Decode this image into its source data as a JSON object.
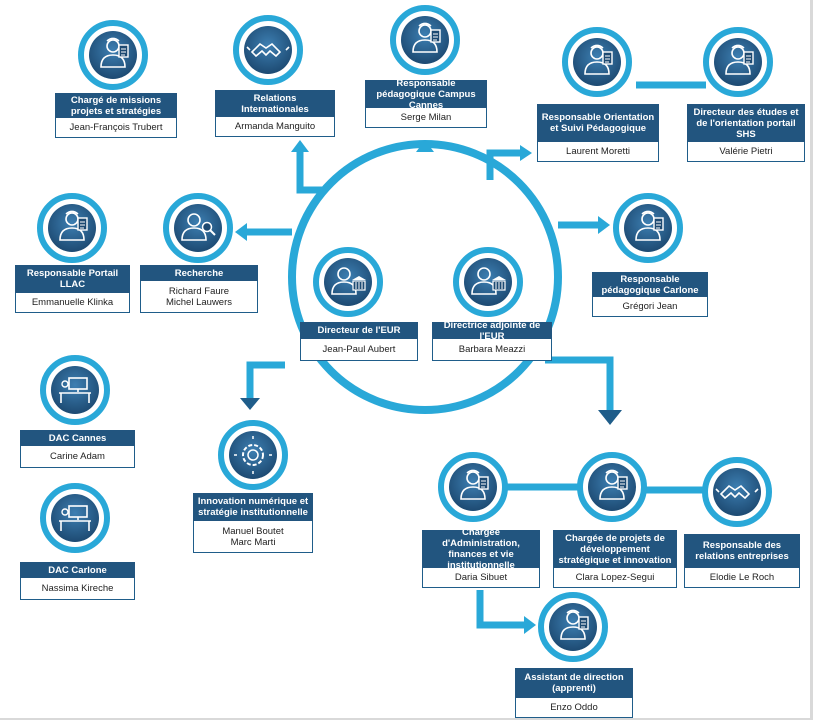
{
  "colors": {
    "ring": "#29a8d8",
    "dark": "#1f4f78",
    "title_bg": "#22557f",
    "arrow": "#29a8d8",
    "arrow_dark": "#1f5d8a"
  },
  "cards": [
    {
      "id": "charge-missions",
      "title": "Chargé de missions projets et stratégies",
      "names": [
        "Jean-François Trubert"
      ],
      "icon": "person-document-icon"
    },
    {
      "id": "relations-internationales",
      "title": "Relations Internationales",
      "names": [
        "Armanda Manguito"
      ],
      "icon": "handshake-icon"
    },
    {
      "id": "resp-pedago-cannes",
      "title": "Responsable pédagogique Campus Cannes",
      "names": [
        "Serge Milan"
      ],
      "icon": "person-document-icon"
    },
    {
      "id": "resp-orientation",
      "title": "Responsable Orientation et Suivi Pédagogique",
      "names": [
        "Laurent Moretti"
      ],
      "icon": "person-document-icon"
    },
    {
      "id": "directeur-etudes",
      "title": "Directeur des études et de l'orientation portail SHS",
      "names": [
        "Valérie Pietri"
      ],
      "icon": "person-document-icon"
    },
    {
      "id": "resp-portail-llac",
      "title": "Responsable Portail LLAC",
      "names": [
        "Emmanuelle Klinka"
      ],
      "icon": "person-document-icon"
    },
    {
      "id": "recherche",
      "title": "Recherche",
      "names": [
        "Richard Faure",
        "Michel Lauwers"
      ],
      "icon": "person-search-icon"
    },
    {
      "id": "resp-pedago-carlone",
      "title": "Responsable pédagogique Carlone",
      "names": [
        "Grégori Jean"
      ],
      "icon": "person-document-icon"
    },
    {
      "id": "directeur-eur",
      "title": "Directeur de l'EUR",
      "names": [
        "Jean-Paul Aubert"
      ],
      "icon": "person-building-icon"
    },
    {
      "id": "directrice-adjointe",
      "title": "Directrice adjointe de l'EUR",
      "names": [
        "Barbara Meazzi"
      ],
      "icon": "person-building-icon"
    },
    {
      "id": "dac-cannes",
      "title": "DAC Cannes",
      "names": [
        "Carine Adam"
      ],
      "icon": "desk-computer-icon"
    },
    {
      "id": "dac-carlone",
      "title": "DAC Carlone",
      "names": [
        "Nassima Kireche"
      ],
      "icon": "desk-computer-icon"
    },
    {
      "id": "innovation-numerique",
      "title": "Innovation numérique et stratégie institutionnelle",
      "names": [
        "Manuel Boutet",
        "Marc Marti"
      ],
      "icon": "innovation-gear-icon"
    },
    {
      "id": "chargee-administration",
      "title": "Chargée d'Administration, finances et vie institutionnelle",
      "names": [
        "Daria Sibuet"
      ],
      "icon": "person-document-icon"
    },
    {
      "id": "chargee-projets",
      "title": "Chargée de projets de développement stratégique et innovation",
      "names": [
        "Clara Lopez-Segui"
      ],
      "icon": "person-document-icon"
    },
    {
      "id": "resp-relations-entreprises",
      "title": "Responsable des relations entreprises",
      "names": [
        "Elodie Le Roch"
      ],
      "icon": "handshake-icon"
    },
    {
      "id": "assistant-direction",
      "title": "Assistant de direction (apprenti)",
      "names": [
        "Enzo Oddo"
      ],
      "icon": "person-document-icon"
    }
  ]
}
